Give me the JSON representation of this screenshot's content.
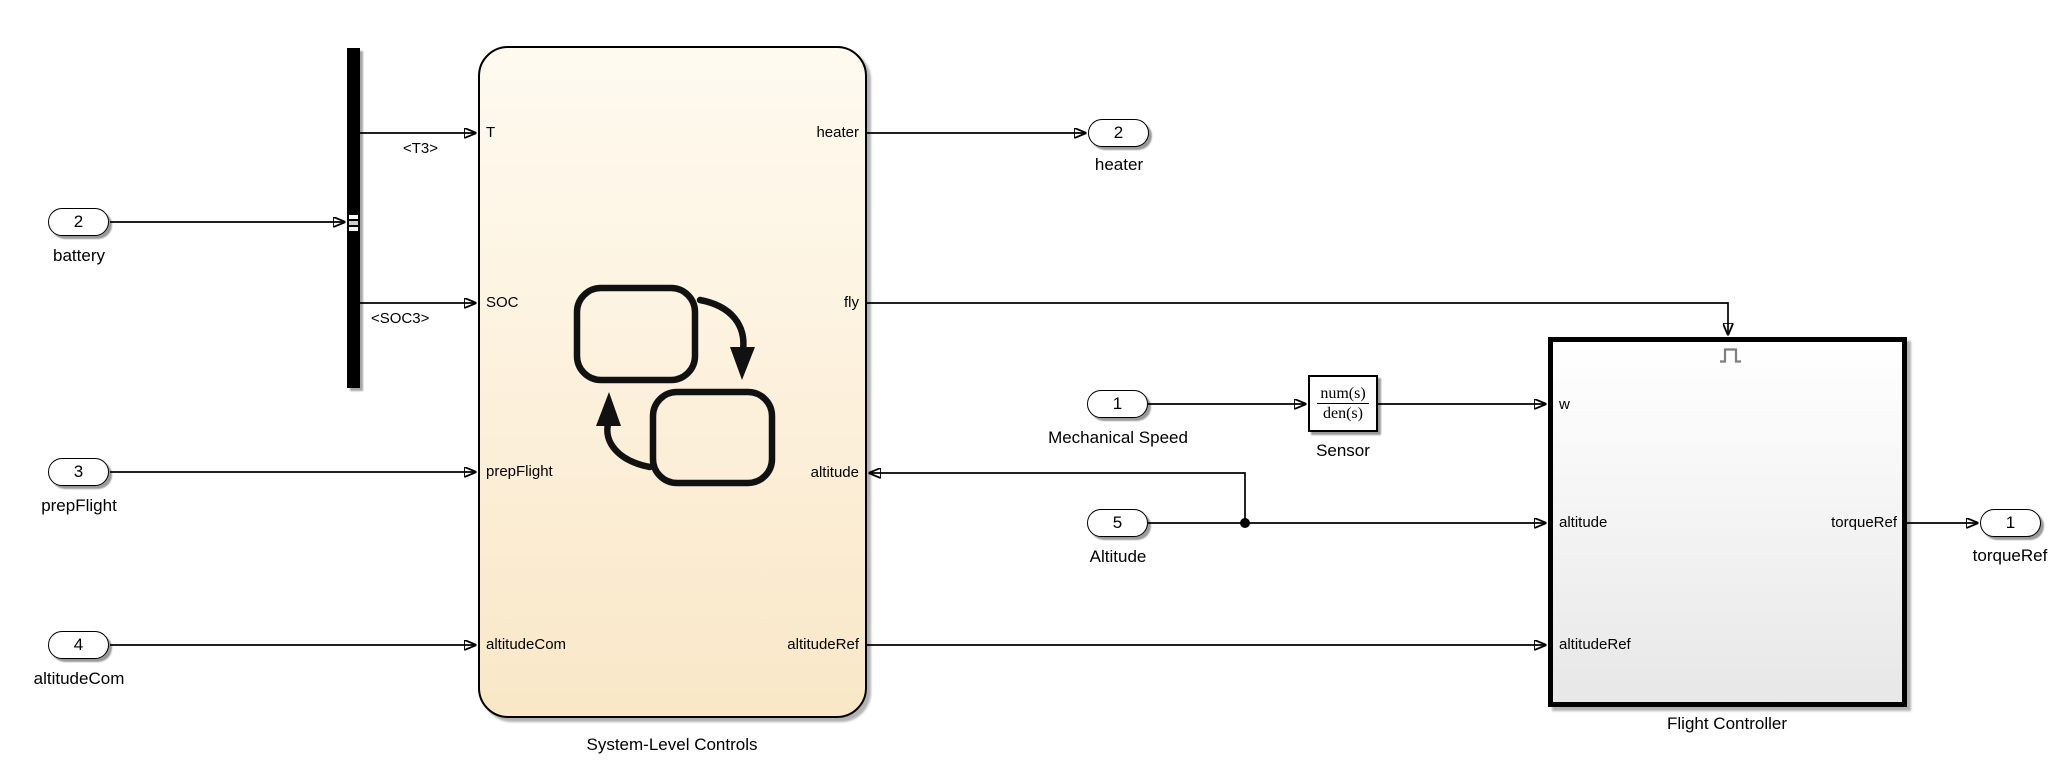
{
  "colors": {
    "chart_fill_top": "#FEFAF0",
    "chart_fill_bottom": "#F9E7C7",
    "controller_fill_top": "#FFFFFF",
    "controller_fill_bottom": "#E7E7E7",
    "wire": "#000000",
    "trigger_icon_gray": "#7F7F7F"
  },
  "inports": {
    "battery": {
      "number": "2",
      "label": "battery"
    },
    "prep_flight": {
      "number": "3",
      "label": "prepFlight"
    },
    "altitude_com": {
      "number": "4",
      "label": "altitudeCom"
    },
    "mechanical_speed": {
      "number": "1",
      "label": "Mechanical Speed"
    },
    "altitude": {
      "number": "5",
      "label": "Altitude"
    }
  },
  "outports": {
    "heater": {
      "number": "2",
      "label": "heater"
    },
    "torque_ref": {
      "number": "1",
      "label": "torqueRef"
    }
  },
  "bus_selector": {
    "signals": [
      {
        "label": "<T3>"
      },
      {
        "label": "<SOC3>"
      }
    ]
  },
  "chart": {
    "title": "System-Level Controls",
    "left_ports": [
      {
        "label": "T"
      },
      {
        "label": "SOC"
      },
      {
        "label": "prepFlight"
      },
      {
        "label": "altitudeCom"
      }
    ],
    "right_ports": [
      {
        "label": "heater"
      },
      {
        "label": "fly"
      },
      {
        "label": "altitude"
      },
      {
        "label": "altitudeRef"
      }
    ]
  },
  "sensor": {
    "label": "Sensor",
    "numerator": "num(s)",
    "denominator": "den(s)"
  },
  "flight_controller": {
    "title": "Flight Controller",
    "left_ports": [
      {
        "label": "w"
      },
      {
        "label": "altitude"
      },
      {
        "label": "altitudeRef"
      }
    ],
    "right_ports": [
      {
        "label": "torqueRef"
      }
    ]
  }
}
